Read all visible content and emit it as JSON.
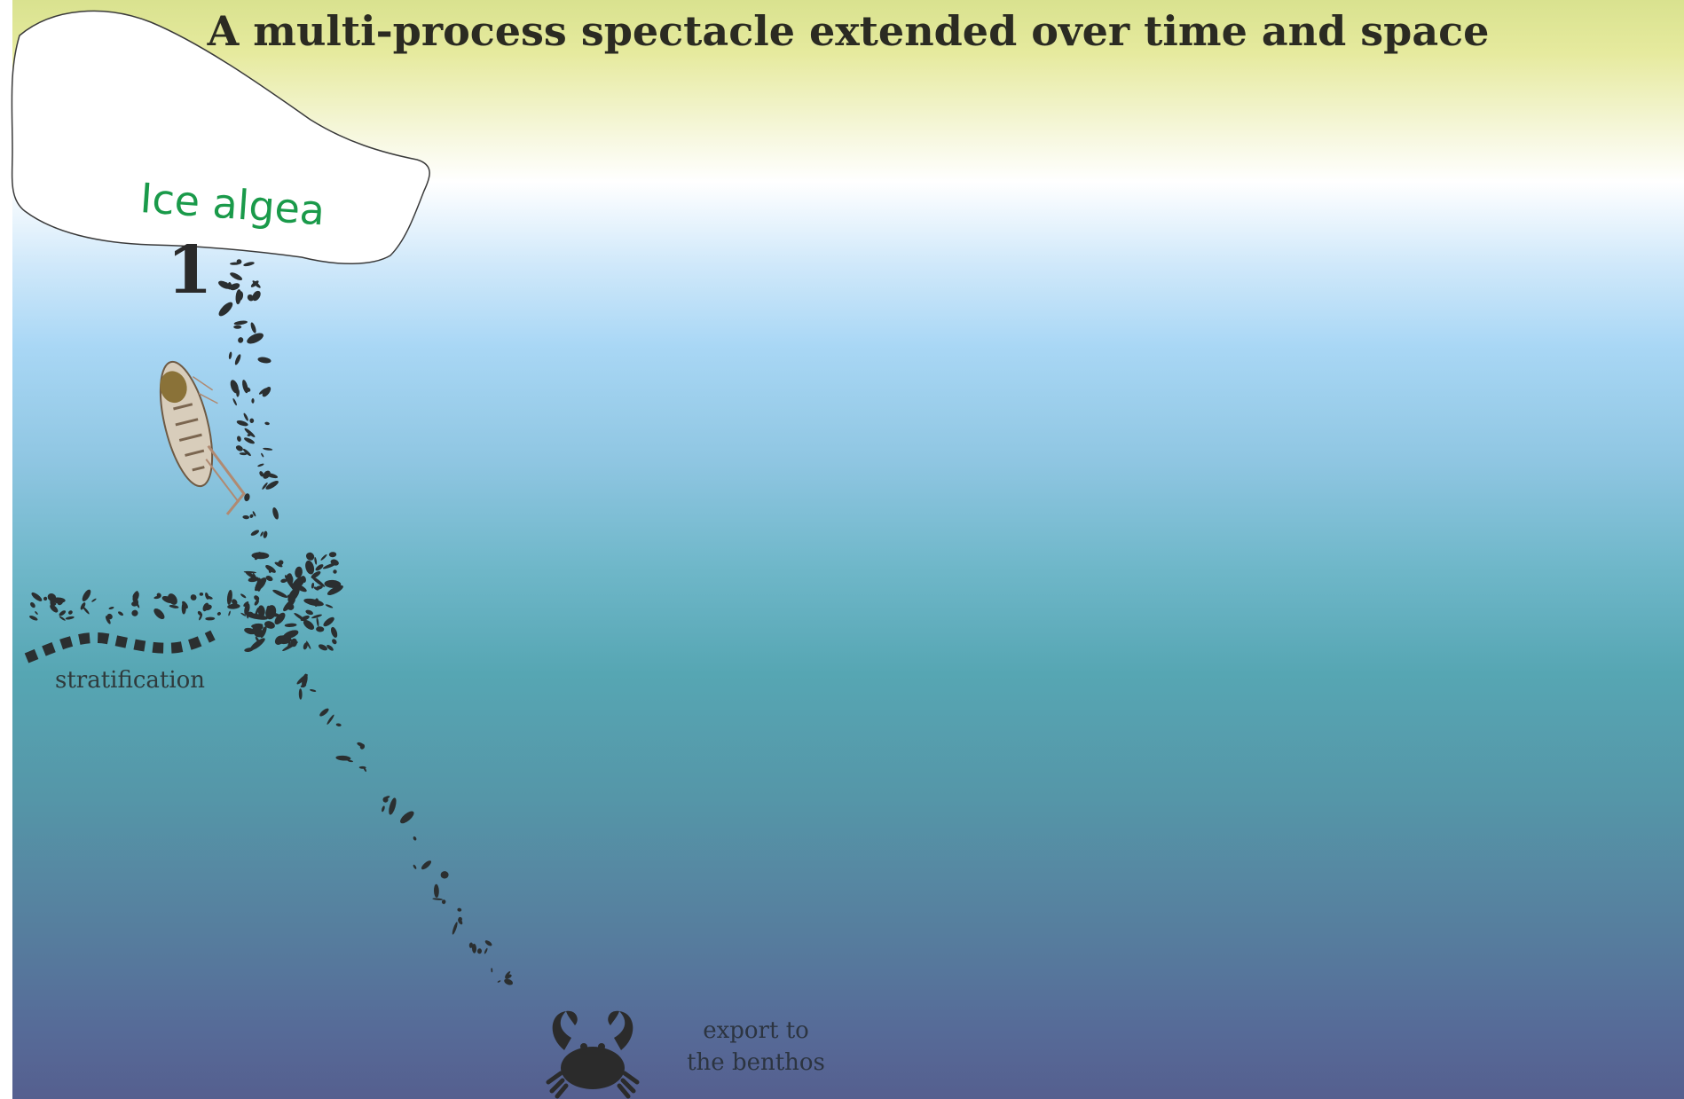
{
  "title": "A multi-process spectacle extended over time and space",
  "labels": {
    "ice": "Ice algea",
    "step": "1",
    "stratification": "stratification",
    "export_line1": "export to",
    "export_line2": "the benthos"
  },
  "icons": {
    "ice_floe": "ice-floe-icon",
    "zooplankton": "copepod-icon",
    "benthos": "crab-icon"
  },
  "colors": {
    "ice_label": "#1a9a4a",
    "particles": "#2b2f30",
    "text_dark": "#2b2b22"
  }
}
